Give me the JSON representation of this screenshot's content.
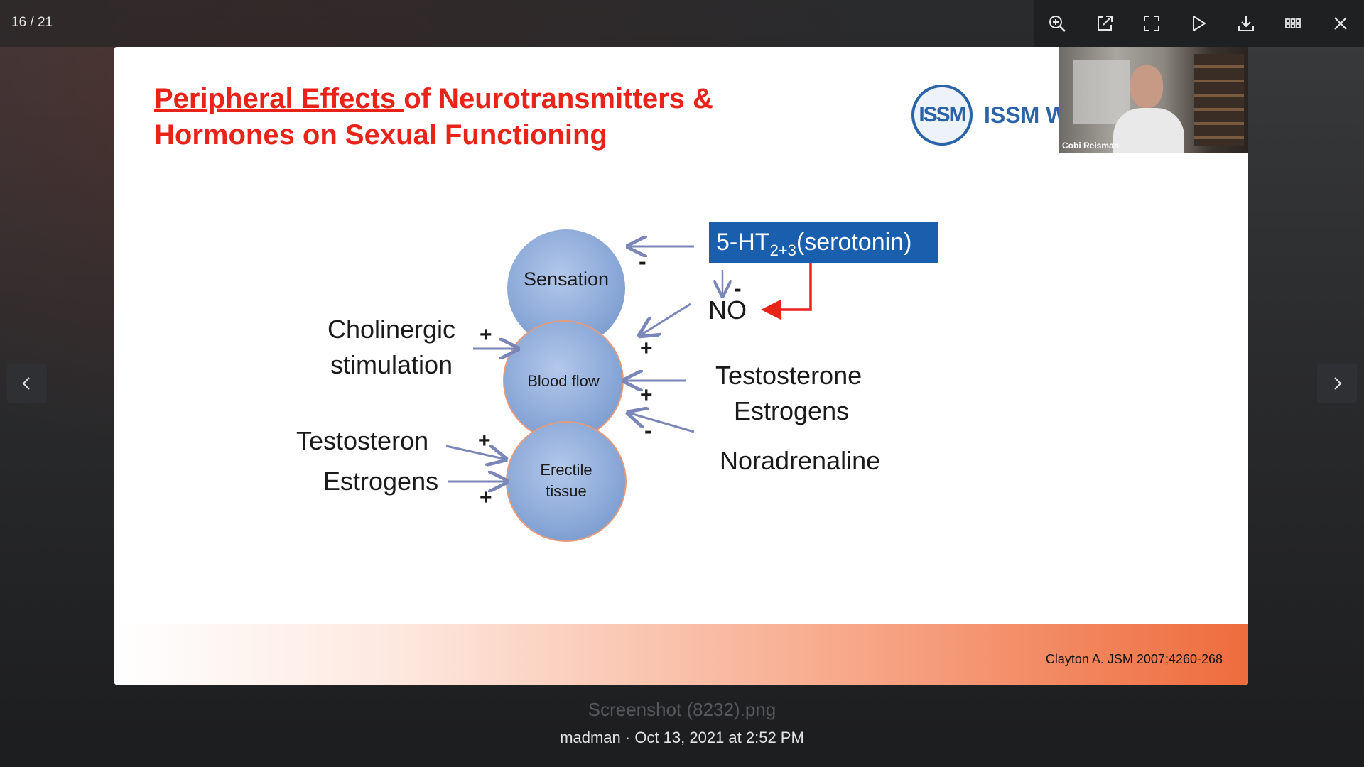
{
  "viewer": {
    "page_counter": "16 / 21",
    "toolbar_icons": [
      "zoom-in-icon",
      "open-external-icon",
      "fullscreen-icon",
      "play-icon",
      "download-icon",
      "grid-icon",
      "close-icon"
    ]
  },
  "slide": {
    "title_underlined": "Peripheral Effects ",
    "title_rest_line1": "of Neurotransmitters &",
    "title_line2": "Hormones on Sexual Functioning",
    "logo_circle_text": "ISSM",
    "logo_text": "ISSM W",
    "webcam_name": "Cobi Reisman",
    "nodes": {
      "sensation": "Sensation",
      "blood_flow": "Blood flow",
      "erectile_line1": "Erectile",
      "erectile_line2": "tissue"
    },
    "left_labels": {
      "cholinergic_line1": "Cholinergic",
      "cholinergic_line2": "stimulation",
      "testosteron": "Testosteron",
      "estrogens": "Estrogens"
    },
    "right_labels": {
      "serotonin_main": "5-HT",
      "serotonin_sub": "2+3",
      "serotonin_suffix": "(serotonin)",
      "no": "NO",
      "testosterone": "Testosterone",
      "estrogens": "Estrogens",
      "noradrenaline": "Noradrenaline"
    },
    "signs": {
      "plus": "+",
      "minus": "-"
    },
    "citation": "Clayton A. JSM 2007;4260-268"
  },
  "file": {
    "name": "Screenshot (8232).png",
    "meta": "madman · Oct 13, 2021 at 2:52 PM"
  },
  "colors": {
    "title_red": "#e8231a",
    "node_blue": "#8faddc",
    "arrow_gray_blue": "#7a86b8",
    "serotonin_blue": "#1a5fad",
    "inhibit_red": "#e8231a"
  }
}
